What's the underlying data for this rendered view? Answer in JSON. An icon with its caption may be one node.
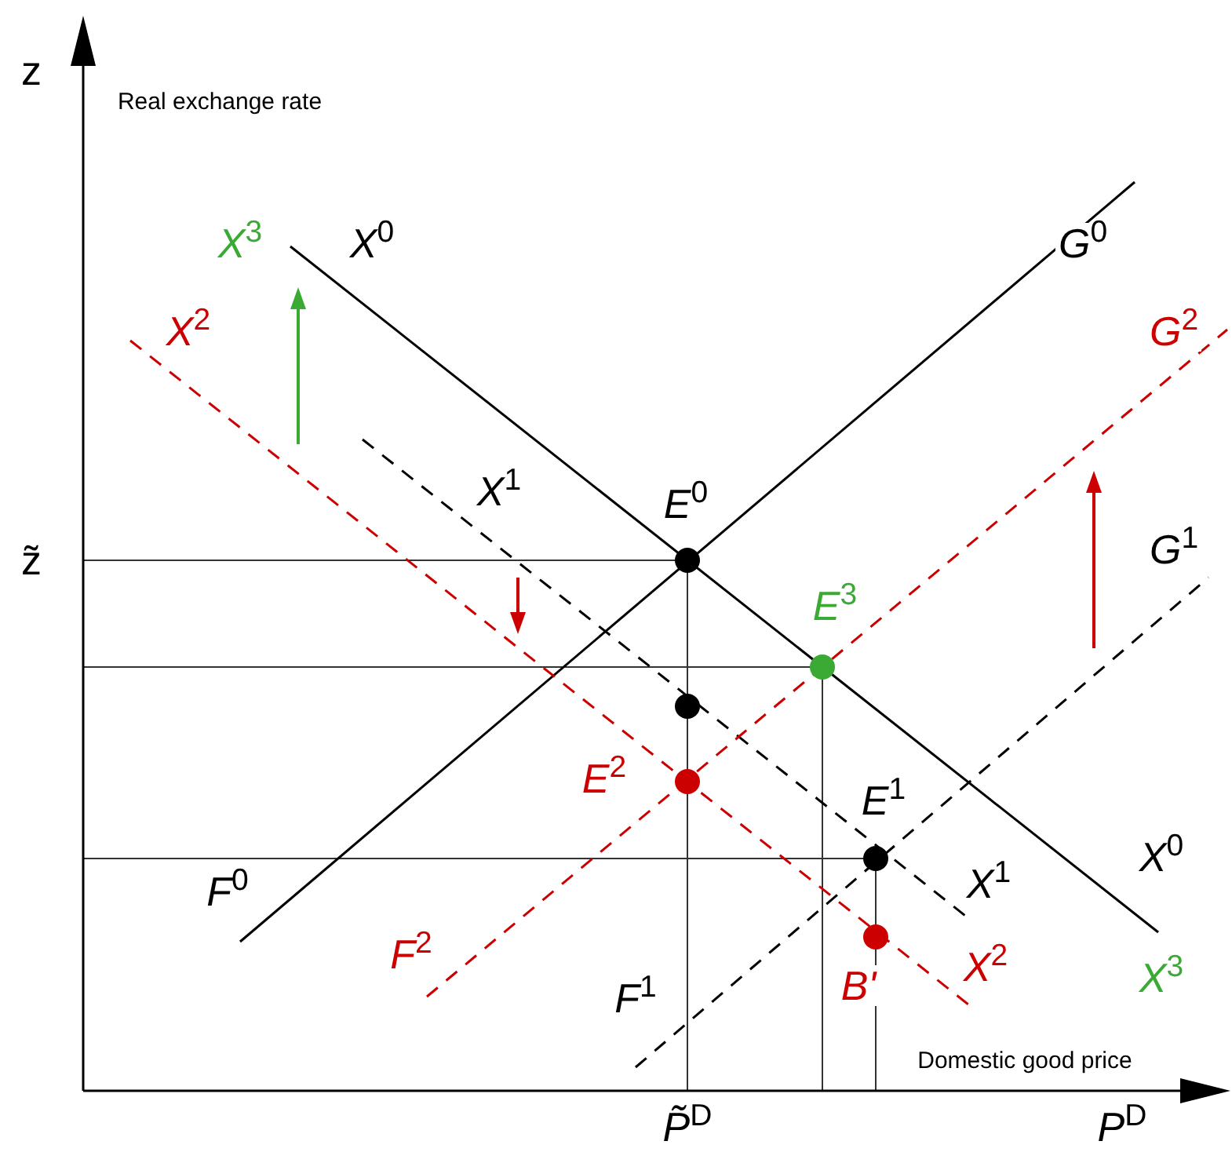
{
  "diagram": {
    "labels": [
      "z",
      "Real exchange rate",
      "*X*$^{3}$",
      "*X*$^{0}$",
      "*G*$^{0}$",
      "*X*$^{2}$",
      "*G*$^{2}$",
      "*X*$^{1}$",
      "*E*$^{0}$",
      "z̃",
      "*G*$^{1}$",
      "*E*$^{3}$",
      "*E*$^{2}$",
      "*E*$^{1}$",
      "*F*$^{0}$",
      "*X*$^{0}$",
      "*X*$^{1}$",
      "*F*$^{2}$",
      "*X*$^{2}$",
      "*X*$^{3}$",
      "*F*$^{1}$",
      "*B'*",
      "Domestic good price",
      "*P̃*$^{D}$",
      "*P*$^{D}$"
    ]
  }
}
